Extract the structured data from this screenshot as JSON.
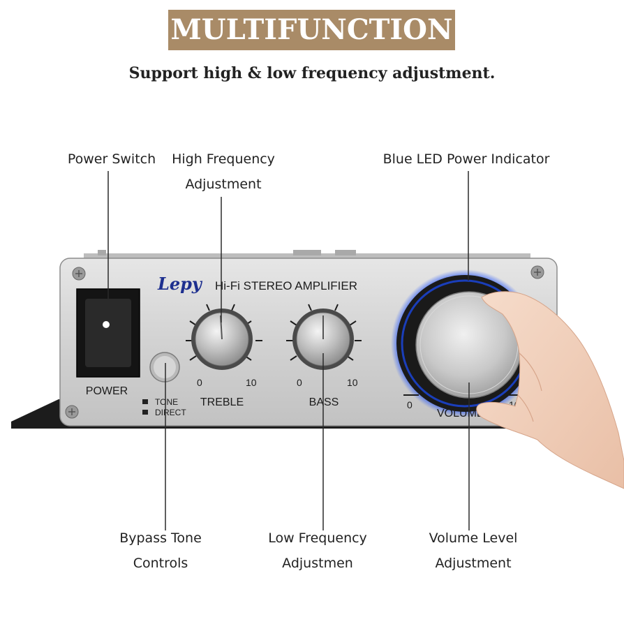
{
  "banner": {
    "title": "MULTIFUNCTION",
    "color": "#a98b67"
  },
  "subtitle": "Support high & low frequency adjustment.",
  "callouts": {
    "power_switch": "Power Switch",
    "high_freq_line1": "High Frequency",
    "high_freq_line2": "Adjustment",
    "blue_led": "Blue LED Power Indicator",
    "bypass_line1": "Bypass Tone",
    "bypass_line2": "Controls",
    "low_freq_line1": "Low Frequency",
    "low_freq_line2": "Adjustmen",
    "volume_line1": "Volume Level",
    "volume_line2": "Adjustment"
  },
  "device": {
    "brand": "Lepy",
    "model": "Hi-Fi STEREO AMPLIFIER",
    "power_label": "POWER",
    "tone_label": "TONE",
    "direct_label": "DIRECT",
    "treble_label": "TREBLE",
    "bass_label": "BASS",
    "volume_label": "VOLUME",
    "scale_min": "0",
    "scale_max": "10",
    "led_color": "#1b4fff"
  }
}
